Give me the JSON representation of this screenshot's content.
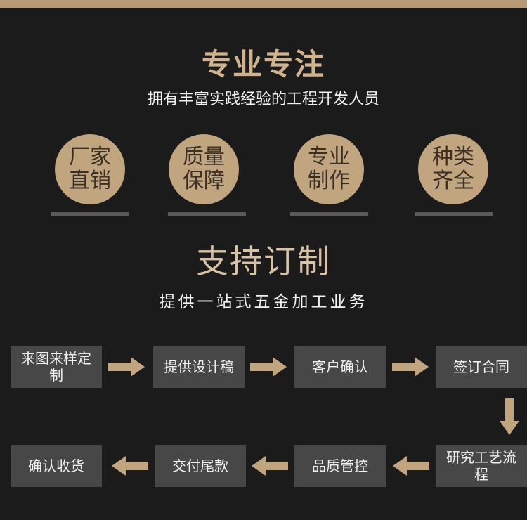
{
  "colors": {
    "background": "#1c1b1b",
    "accent": "#c0a57f",
    "title_gold": "#d0b38c",
    "box": "#474747",
    "divider": "#5a5a5a"
  },
  "header": {
    "title": "专业专注",
    "subtitle": "拥有丰富实践经验的工程开发人员"
  },
  "features": [
    {
      "label": "厂家直销"
    },
    {
      "label": "质量保障"
    },
    {
      "label": "专业制作"
    },
    {
      "label": "种类齐全"
    }
  ],
  "custom": {
    "title": "支持订制",
    "subtitle": "提供一站式五金加工业务"
  },
  "process": {
    "steps": [
      {
        "label": "来图来样定制"
      },
      {
        "label": "提供设计稿"
      },
      {
        "label": "客户确认"
      },
      {
        "label": "签订合同"
      },
      {
        "label": "研究工艺流程"
      },
      {
        "label": "品质管控"
      },
      {
        "label": "交付尾款"
      },
      {
        "label": "确认收货"
      }
    ],
    "arrow_icon": "arrow-icon"
  }
}
